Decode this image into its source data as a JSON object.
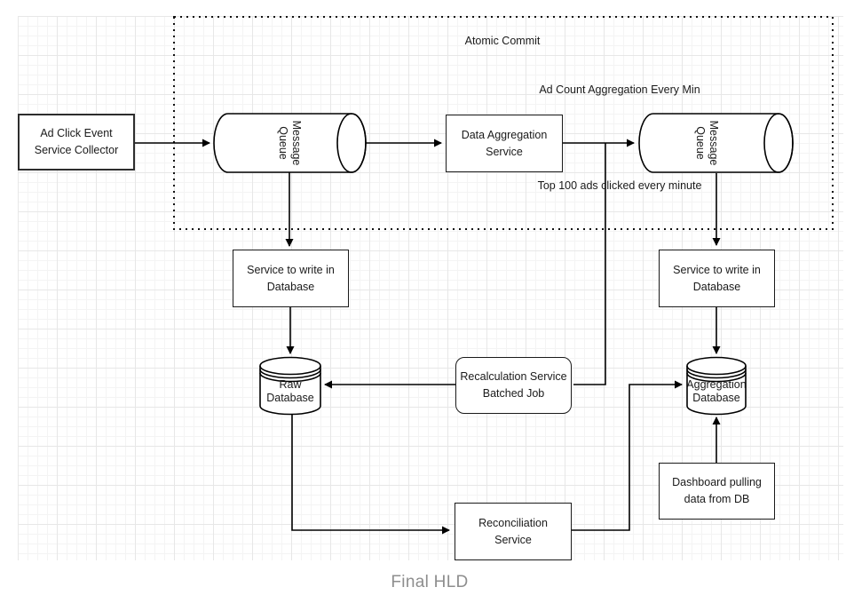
{
  "diagram": {
    "caption": "Final HLD",
    "annotations": {
      "atomic_commit": "Atomic Commit",
      "ad_count_aggregation": "Ad Count Aggregation Every Min",
      "top_100_ads": "Top 100 ads clicked every minute"
    },
    "nodes": {
      "ad_click_collector": "Ad Click Event\nService Collector",
      "message_queue_1": "Message\nQueue",
      "data_aggregation_service": "Data Aggregation\nService",
      "message_queue_2": "Message\nQueue",
      "service_write_db_left": "Service to write in\nDatabase",
      "service_write_db_right": "Service to write in\nDatabase",
      "raw_database": "Raw\nDatabase",
      "aggregation_database": "Aggregation\nDatabase",
      "recalculation_service": "Recalculation Service\nBatched Job",
      "reconciliation_service": "Reconciliation\nService",
      "dashboard": "Dashboard pulling\ndata from DB"
    },
    "colors": {
      "stroke": "#000000",
      "caption_gray": "#8e8e8e"
    }
  }
}
